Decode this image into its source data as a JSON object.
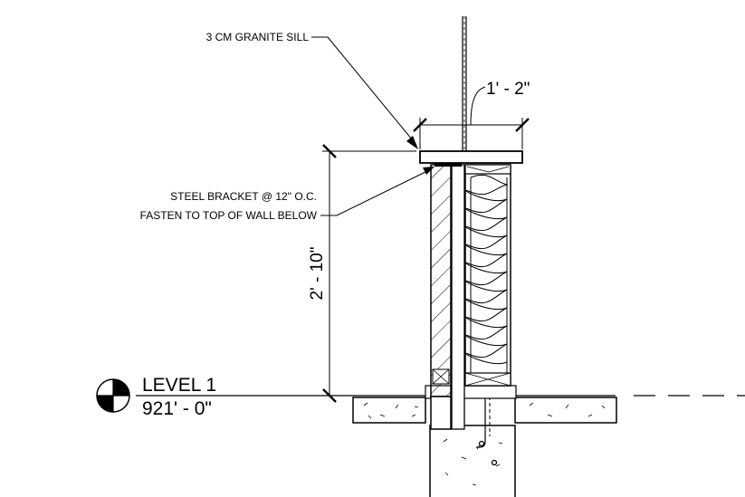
{
  "notes": {
    "sill_label": "3 CM GRANITE SILL",
    "bracket_label_line1": "STEEL BRACKET @ 12\" O.C.",
    "bracket_label_line2": "FASTEN TO TOP OF WALL BELOW"
  },
  "dimensions": {
    "width": "1' - 2\"",
    "height": "2' - 10\""
  },
  "level": {
    "name": "LEVEL 1",
    "elevation": "921' - 0\""
  }
}
